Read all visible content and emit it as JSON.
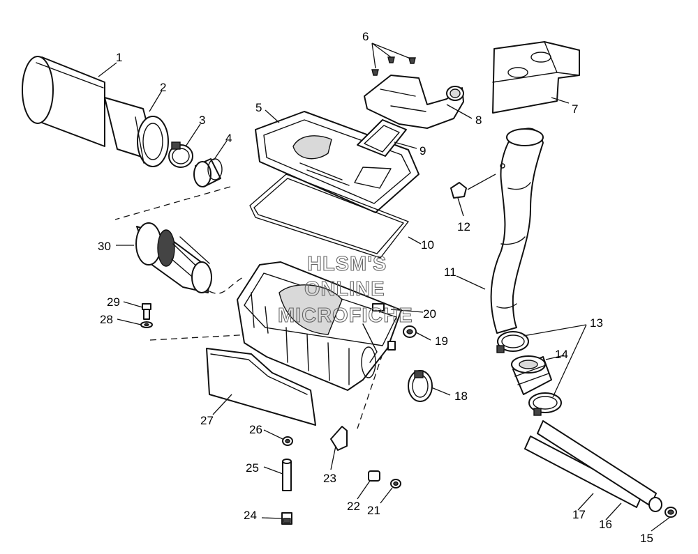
{
  "watermark": {
    "line1": "HLSM'S",
    "line2": "ONLINE",
    "line3": "MICROFICHE"
  },
  "callouts": {
    "c1": "1",
    "c2": "2",
    "c3": "3",
    "c4": "4",
    "c5": "5",
    "c6": "6",
    "c7": "7",
    "c8": "8",
    "c9": "9",
    "c10": "10",
    "c11": "11",
    "c12": "12",
    "c13": "13",
    "c14": "14",
    "c15": "15",
    "c16": "16",
    "c17": "17",
    "c18": "18",
    "c19": "19",
    "c20": "20",
    "c21": "21",
    "c22": "22",
    "c23": "23",
    "c24": "24",
    "c25": "25",
    "c26": "26",
    "c27": "27",
    "c28": "28",
    "c29": "29",
    "c30": "30"
  }
}
